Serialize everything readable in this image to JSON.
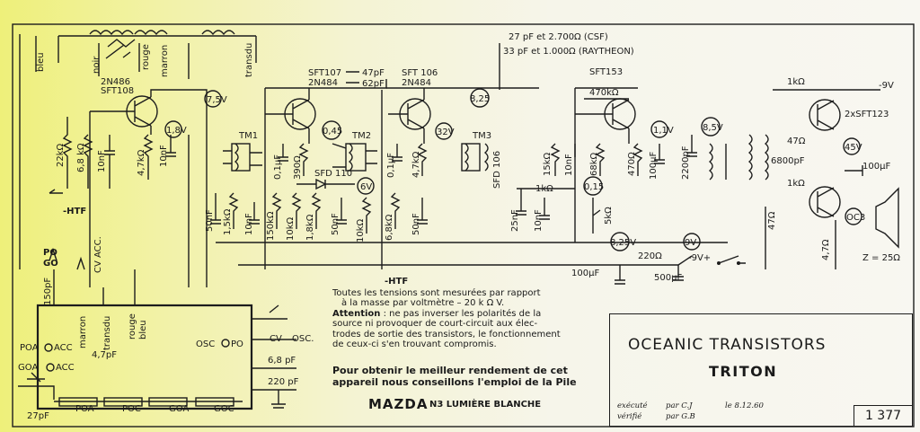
{
  "diagram": {
    "transistors": {
      "t1_types": "2N486",
      "t1_types2": "SFT108",
      "t2_types": "SFT107",
      "t2_types2": "2N484",
      "t3_types": "SFT 106",
      "t3_types2": "2N484",
      "t4_types": "SFT153",
      "t5_types": "2xSFT123"
    },
    "top_notes": {
      "csf": "27 pF  et  2.700Ω (CSF)",
      "raytheon": "33 pF et 1.000Ω (RAYTHEON)",
      "c47": "47pF",
      "c62": "62pF"
    },
    "transformers": [
      "TM1",
      "TM2",
      "TM3"
    ],
    "diodes": [
      "SFD 110",
      "SFD 106",
      "OC3"
    ],
    "voltages": [
      "7,5V",
      "1,8V",
      "0,45",
      "32V",
      "6V",
      "8,25",
      "0,15",
      "1,1V",
      "8,5V",
      "45V",
      "8,25V",
      "9V",
      "-9V"
    ],
    "wire_colors": [
      "bleu",
      "noir",
      "rouge",
      "marron",
      "transdu"
    ],
    "values": {
      "r22k": "22kΩ",
      "r68k": "6,8 kΩ",
      "c10nF_a": "10nF",
      "r47k": "4,7kΩ",
      "c10nF_b": "10nF",
      "c01": "0,1µF",
      "r390": "390Ω",
      "c01b": "0,1µF",
      "r47kb": "4,7kΩ",
      "r15k": "15kΩ",
      "c10nFc": "10nF",
      "r68kb": "68kΩ",
      "r470": "470Ω",
      "c100uF": "100µF",
      "c2200": "2200pF",
      "r470k": "470kΩ",
      "r1k_top": "1kΩ",
      "r47": "47Ω",
      "c6800": "6800pF",
      "r1k_b": "1kΩ",
      "c100uFb": "100µF",
      "r47b": "47Ω",
      "r47c": "4,7Ω",
      "z": "Z = 25Ω",
      "c50nF": "50nF",
      "r15ka": "1,5kΩ",
      "c10nFd": "10nF",
      "r150k": "150kΩ",
      "r10k": "10kΩ",
      "r18k": "1,8kΩ",
      "c50nFb": "50nF",
      "r10kb": "10kΩ",
      "r68kc": "6,8kΩ",
      "c50nFc": "50nF",
      "c25nF": "25nF",
      "r1k_c": "1kΩ",
      "c10nFe": "10nF",
      "r5k": "5kΩ",
      "r220": "220Ω",
      "c100uFc": "100µF",
      "c500uF": "500µF",
      "htf1": "-HTF",
      "htf2": "-HTF",
      "v9plus": "-9V+"
    },
    "tuner": {
      "po": "PO",
      "go": "GO",
      "c150": "150pF",
      "c27": "27pF",
      "c47": "4,7pF",
      "cv_acc": "CV ACC.",
      "poa_acc": "POA",
      "goa_acc": "GOA",
      "acc1": "ACC",
      "acc2": "ACC",
      "osc_po": "OSC",
      "po2": "PO",
      "cv": "CV",
      "osc": "OSC.",
      "c68": "6,8 pF",
      "c220": "220 pF",
      "strip": [
        "POA",
        "POC",
        "GOA",
        "GOC"
      ],
      "strip_colors": [
        "marron",
        "transdu",
        "rouge",
        "bleu"
      ]
    }
  },
  "notes": {
    "line1": "Toutes les tensions sont mesurées par rapport",
    "line2": "à la masse par voltmètre  –  20 k Ω V.",
    "attention_label": "Attention",
    "line3": " : ne pas inverser les polarités de la",
    "line4": "source ni provoquer de court-circuit aux élec-",
    "line5": "trodes de sortie des transistors, le fonctionnement",
    "line6": "de ceux-ci s'en trouvant compromis.",
    "bold1": "Pour obtenir le meilleur rendement de cet",
    "bold2": "appareil nous conseillons l'emploi de la Pile",
    "brand": "MAZDA",
    "brand_sub": "N3 LUMIÈRE BLANCHE"
  },
  "title_block": {
    "company": "OCEANIC TRANSISTORS",
    "model": "TRITON",
    "executed_label": "exécuté",
    "executed_by": "par C.J",
    "date": "le  8.12.60",
    "verified_label": "vérifié",
    "verified_by": "par G.B",
    "sheet_number": "1 377"
  }
}
